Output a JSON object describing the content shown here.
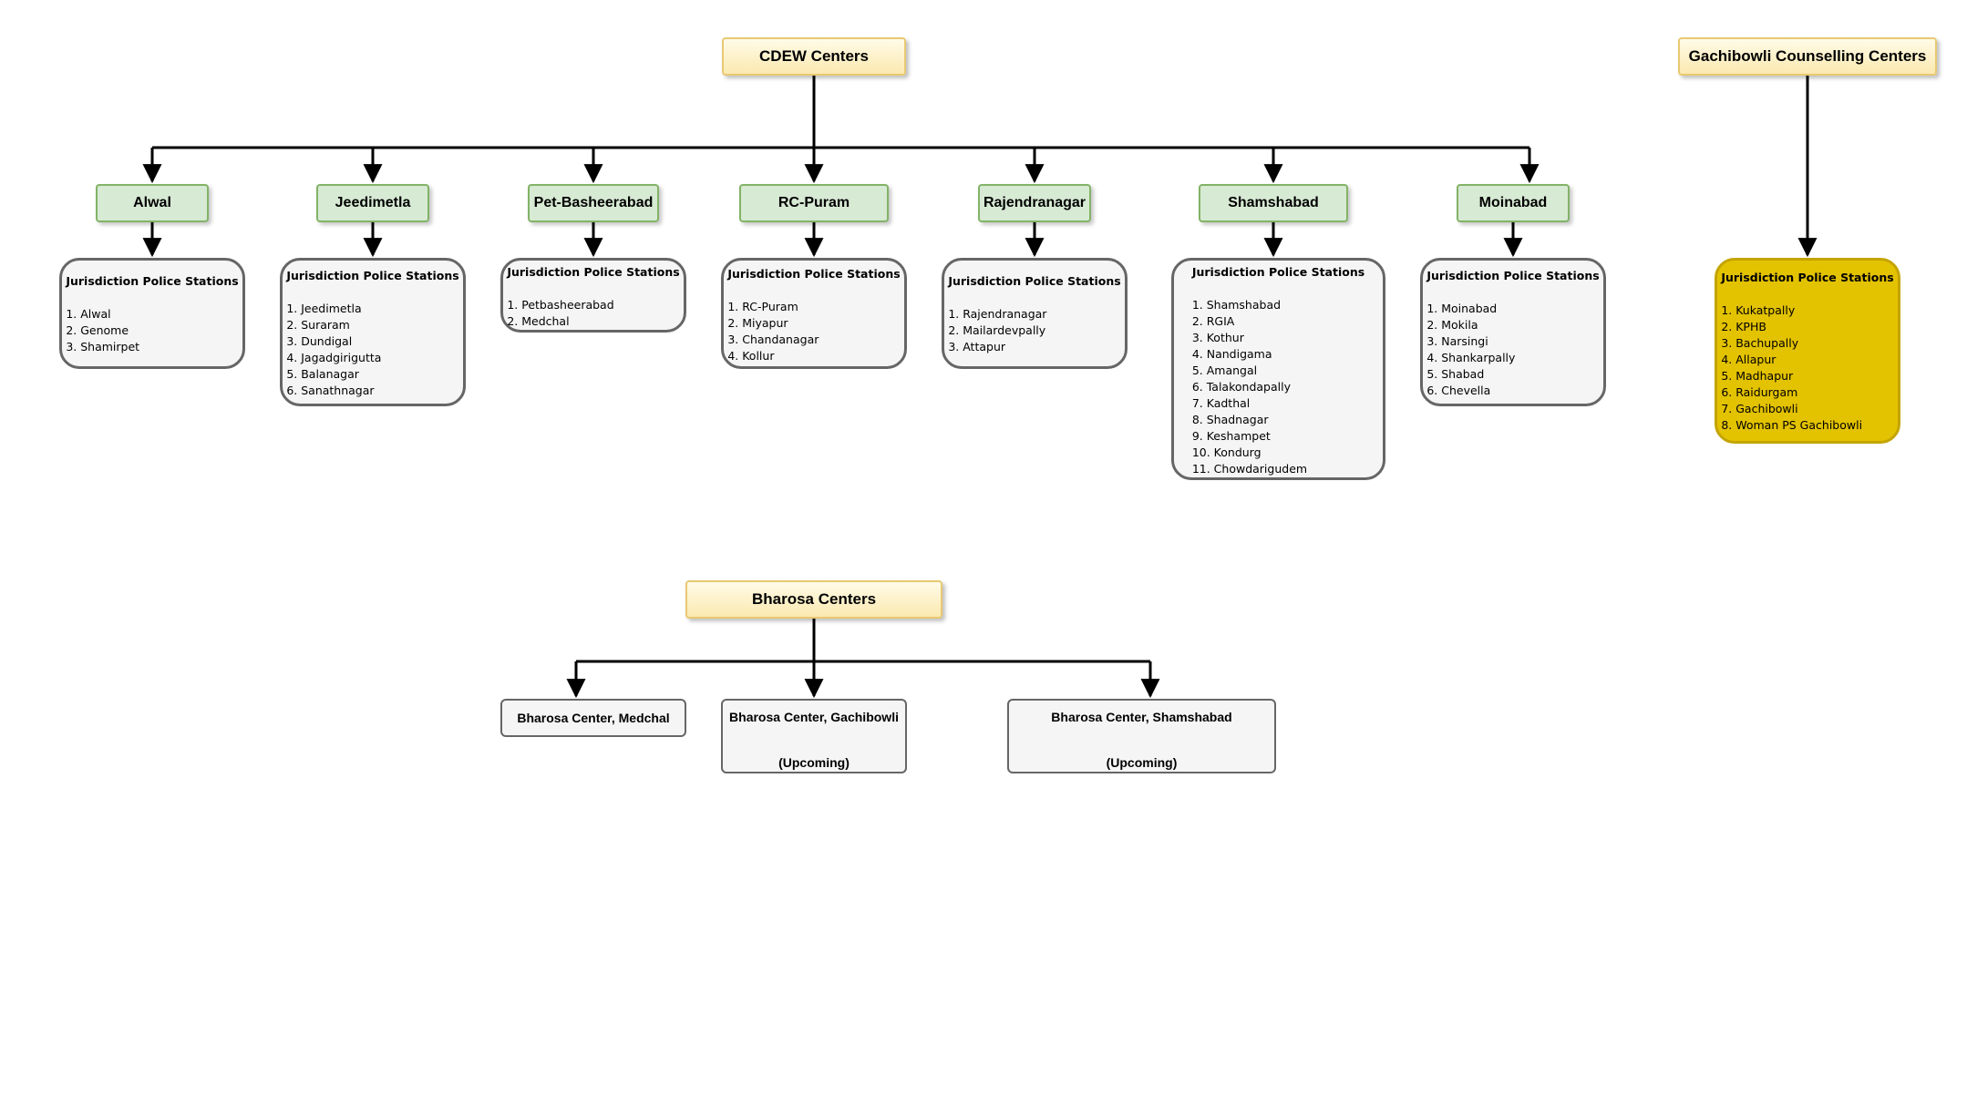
{
  "cdew": {
    "title": "CDEW Centers",
    "list_title": "Jurisdiction Police Stations",
    "branches": [
      {
        "name": "Alwal",
        "stations": [
          "1. Alwal",
          "2. Genome",
          "3. Shamirpet"
        ]
      },
      {
        "name": "Jeedimetla",
        "stations": [
          "1. Jeedimetla",
          "2. Suraram",
          "3. Dundigal",
          "4. Jagadgirigutta",
          "5. Balanagar",
          "6. Sanathnagar"
        ]
      },
      {
        "name": "Pet-Basheerabad",
        "stations": [
          "1. Petbasheerabad",
          "2. Medchal"
        ]
      },
      {
        "name": "RC-Puram",
        "stations": [
          "1. RC-Puram",
          "2. Miyapur",
          "3. Chandanagar",
          "4. Kollur"
        ]
      },
      {
        "name": "Rajendranagar",
        "stations": [
          "1. Rajendranagar",
          "2. Mailardevpally",
          "3. Attapur"
        ]
      },
      {
        "name": "Shamshabad",
        "stations": [
          "1. Shamshabad",
          "2. RGIA",
          "3. Kothur",
          "4. Nandigama",
          "5. Amangal",
          "6. Talakondapally",
          "7. Kadthal",
          "8. Shadnagar",
          "9. Keshampet",
          "10. Kondurg",
          "11. Chowdarigudem"
        ]
      },
      {
        "name": "Moinabad",
        "stations": [
          "1. Moinabad",
          "2. Mokila",
          "3. Narsingi",
          "4. Shankarpally",
          "5. Shabad",
          "6. Chevella"
        ]
      }
    ]
  },
  "gachibowli": {
    "title": "Gachibowli Counselling Centers",
    "list_title": "Jurisdiction Police Stations",
    "stations": [
      "1. Kukatpally",
      "2. KPHB",
      "3. Bachupally",
      "4. Allapur",
      "5. Madhapur",
      "6. Raidurgam",
      "7. Gachibowli",
      "8. Woman PS Gachibowli"
    ],
    "fill_color": "#e3c200"
  },
  "bharosa": {
    "title": "Bharosa Centers",
    "centers": [
      {
        "name": "Bharosa Center, Medchal",
        "note": ""
      },
      {
        "name": "Bharosa Center, Gachibowli",
        "note": "(Upcoming)"
      },
      {
        "name": "Bharosa Center, Shamshabad",
        "note": "(Upcoming)"
      }
    ]
  },
  "colors": {
    "root_fill": "#fbe9b0",
    "branch_fill": "#d7ead4",
    "branch_border": "#82b366",
    "box_fill": "#f5f5f5",
    "box_border": "#666666"
  }
}
